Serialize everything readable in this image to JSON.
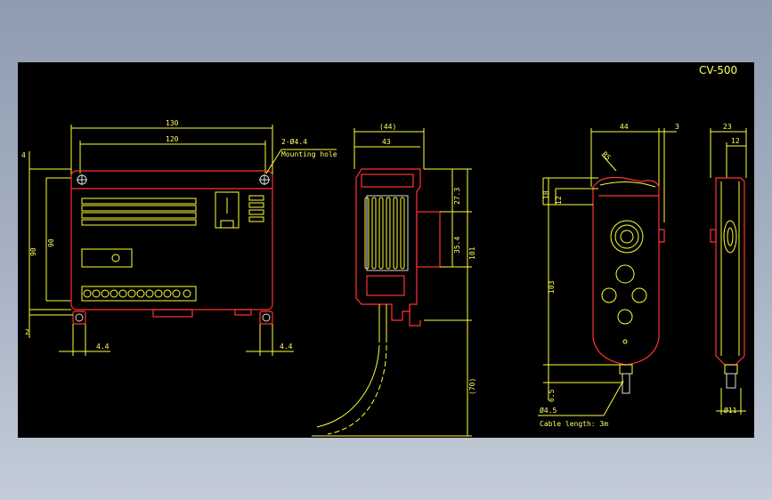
{
  "drawing_title": "CV-500",
  "front_view": {
    "dim_width_outer": "130",
    "dim_width_inner": "120",
    "dim_height_outer": "90",
    "dim_height_inner": "90",
    "dim_top_offset": "4",
    "dim_bottom_offset": "2",
    "dim_foot_left": "4.4",
    "dim_foot_right": "4.4",
    "hole_callout": "2-Ø4.4",
    "hole_note": "Mounting hole"
  },
  "side_view": {
    "dim_width_ref": "(44)",
    "dim_width": "43",
    "dim_upper": "27.3",
    "dim_middle": "35.4",
    "dim_total": "101",
    "dim_cable": "(70)"
  },
  "pendant_front": {
    "dim_width": "44",
    "dim_side": "3",
    "dim_top": "18",
    "dim_top_inner": "12",
    "dim_radius": "R5",
    "dim_height": "103",
    "dim_bottom": "6.5",
    "dim_cable_dia": "Ø4.5",
    "cable_note": "Cable length: 3m"
  },
  "pendant_side": {
    "dim_depth": "23",
    "dim_inner": "12",
    "dim_bottom": "Ø11"
  },
  "colors": {
    "dimension": "#ffff33",
    "outline": "#ff3333",
    "background": "#000000"
  }
}
